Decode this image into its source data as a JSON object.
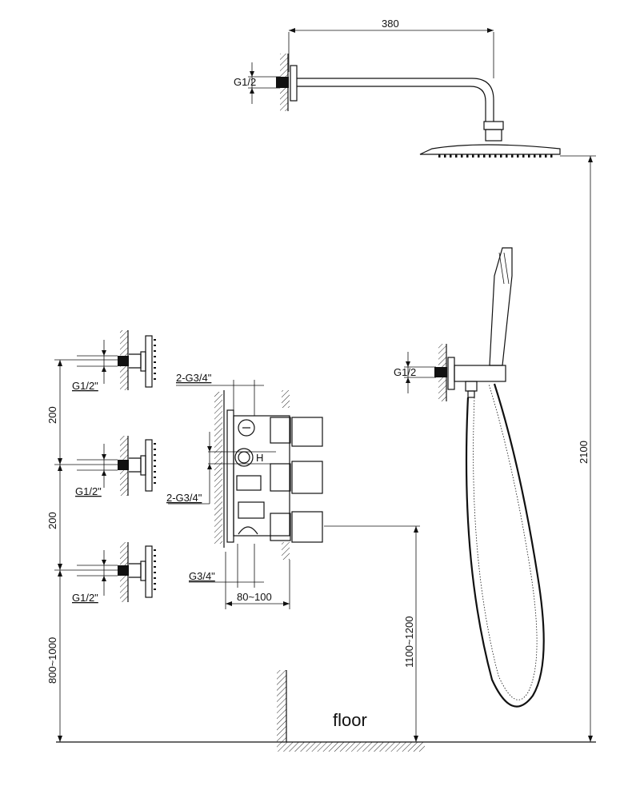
{
  "labels": {
    "arm_length": "380",
    "overhead_inlet": "G1/2",
    "handshower_inlet": "G1/2",
    "jet_top_inlet": "G1/2\"",
    "jet_mid_inlet": "G1/2\"",
    "jet_bottom_inlet": "G1/2\"",
    "jet_spacing_1": "200",
    "jet_spacing_2": "200",
    "jet_height": "800~1000",
    "valve_outlet_top": "2-G3/4\"",
    "valve_outlet_mid": "2-G3/4\"",
    "valve_inlet": "G3/4\"",
    "valve_depth": "80~100",
    "valve_height": "1100~1200",
    "total_height": "2100",
    "floor": "floor",
    "valve_mark": "H"
  }
}
